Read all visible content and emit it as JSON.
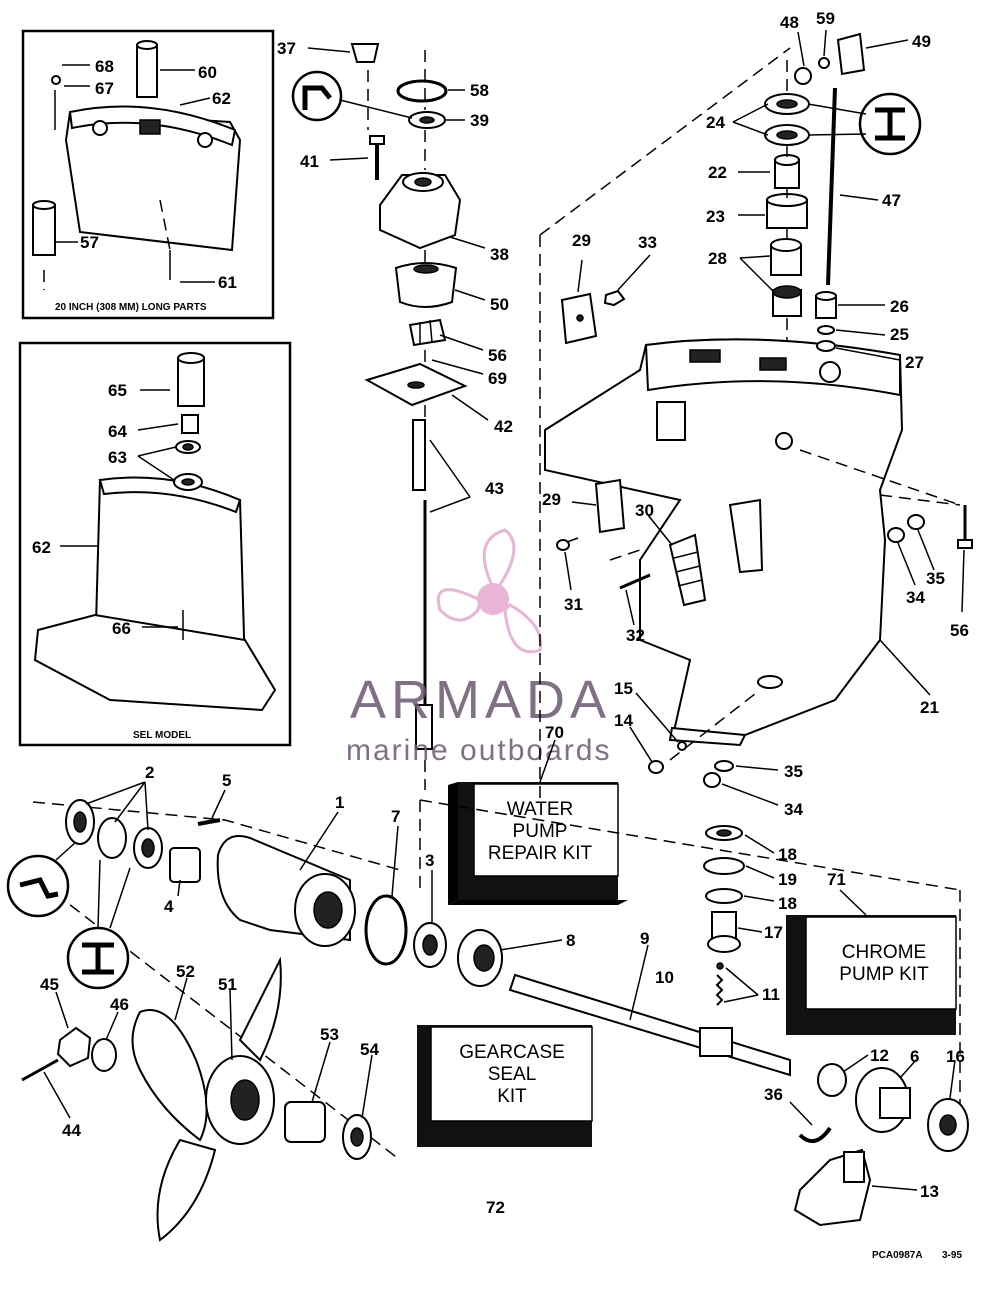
{
  "insets": {
    "long_parts_caption": "20 INCH (308 MM) LONG PARTS",
    "sel_caption": "SEL MODEL"
  },
  "kits": {
    "water_pump": [
      "WATER",
      "PUMP",
      "REPAIR KIT"
    ],
    "chrome_pump": [
      "CHROME",
      "PUMP KIT"
    ],
    "gearcase_seal": [
      "GEARCASE",
      "SEAL",
      "KIT"
    ]
  },
  "watermark": {
    "brand": "ARMADA",
    "tagline": "marine outboards",
    "color": "#e6a8cf"
  },
  "footer": {
    "drawing_code": "PCA0987A",
    "date": "3-95"
  },
  "callouts": {
    "c68": "68",
    "c67": "67",
    "c60": "60",
    "c62a": "62",
    "c57": "57",
    "c61": "61",
    "c65": "65",
    "c64": "64",
    "c63": "63",
    "c62b": "62",
    "c66": "66",
    "c37": "37",
    "c58": "58",
    "c39": "39",
    "c41": "41",
    "c38": "38",
    "c50": "50",
    "c56a": "56",
    "c69": "69",
    "c42": "42",
    "c43": "43",
    "c48": "48",
    "c59": "59",
    "c49": "49",
    "c24": "24",
    "c22": "22",
    "c23": "23",
    "c47": "47",
    "c28": "28",
    "c26": "26",
    "c25": "25",
    "c27": "27",
    "c29a": "29",
    "c33": "33",
    "c29b": "29",
    "c30": "30",
    "c31": "31",
    "c32": "32",
    "c34a": "34",
    "c35a": "35",
    "c56b": "56",
    "c21": "21",
    "c15": "15",
    "c14": "14",
    "c70": "70",
    "c35b": "35",
    "c34b": "34",
    "c2": "2",
    "c5": "5",
    "c1": "1",
    "c7": "7",
    "c3": "3",
    "c4": "4",
    "c8": "8",
    "c9": "9",
    "c18a": "18",
    "c19": "19",
    "c18b": "18",
    "c71": "71",
    "c17": "17",
    "c10": "10",
    "c11": "11",
    "c45": "45",
    "c46": "46",
    "c52": "52",
    "c51": "51",
    "c53": "53",
    "c54": "54",
    "c44": "44",
    "c12": "12",
    "c6": "6",
    "c16": "16",
    "c36": "36",
    "c13": "13",
    "c72": "72"
  }
}
